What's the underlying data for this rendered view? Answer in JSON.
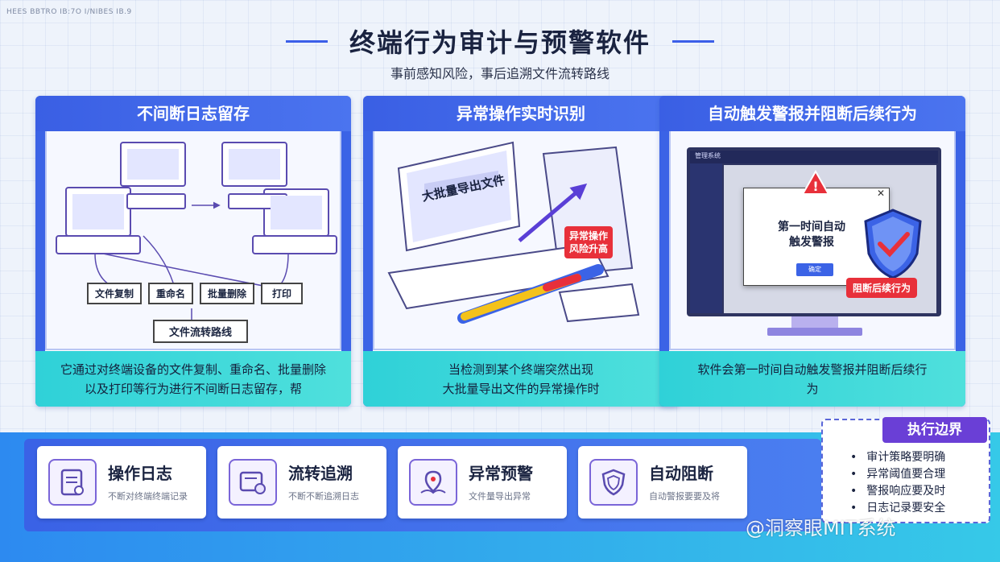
{
  "corner_text": "HEES BBTRO IB:7O I/NIBES IB.9",
  "title": "终端行为审计与预警软件",
  "subtitle": "事前感知风险，事后追溯文件流转路线",
  "cards": [
    {
      "heading": "不间断日志留存",
      "actions": [
        "文件复制",
        "重命名",
        "批量删除",
        "打印"
      ],
      "flow_label": "文件流转路线",
      "desc_lines": [
        "它通过对终端设备的文件复制、重命名、批量删除",
        "以及打印等行为进行不间断日志留存，帮"
      ]
    },
    {
      "heading": "异常操作实时识别",
      "screen_text": "大批量导出文件",
      "risk_tag": "异常操作\n风险升高",
      "desc_lines": [
        "当检测到某个终端突然出现",
        "大批量导出文件的异常操作时"
      ]
    },
    {
      "heading": "自动触发警报并阻断后续行为",
      "app_title": "管理系统",
      "dialog_text": "第一时间自动\n触发警报",
      "dialog_button": "确定",
      "block_tag": "阻断后续行为",
      "desc_lines": [
        "软件会第一时间自动触发警报并阻断后续行",
        "为"
      ]
    }
  ],
  "features": [
    {
      "title": "操作日志",
      "desc": "不断对终端终端记录",
      "icon": "document-icon"
    },
    {
      "title": "流转追溯",
      "desc": "不断不断追溯日志",
      "icon": "file-trace-icon"
    },
    {
      "title": "异常预警",
      "desc": "文件量导出异常",
      "icon": "map-pin-icon"
    },
    {
      "title": "自动阻断",
      "desc": "自动警报要要及将",
      "icon": "shield-icon"
    }
  ],
  "boundary": {
    "title": "执行边界",
    "items": [
      "审计策略要明确",
      "异常阈值要合理",
      "警报响应要及时",
      "日志记录要安全"
    ]
  },
  "watermark": "@洞察眼MIT系统",
  "colors": {
    "primary": "#3b63e6",
    "teal": "#2fd1d8",
    "purple": "#6a3fd6",
    "alert": "#e8303a"
  }
}
